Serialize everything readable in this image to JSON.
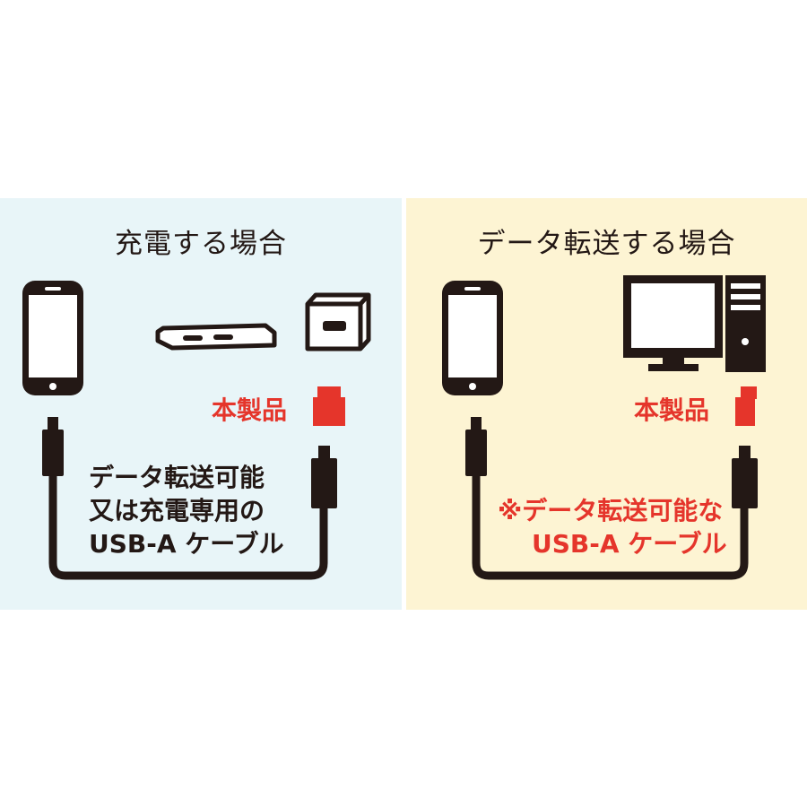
{
  "panels": {
    "charge": {
      "title": "充電する場合",
      "product_label": "本製品",
      "cable_label_lines": [
        "データ転送可能",
        "又は充電専用の",
        "USB-A ケーブル"
      ]
    },
    "data": {
      "title": "データ転送する場合",
      "product_label": "本製品",
      "cable_label_lines": [
        "※データ転送可能な",
        "USB-A ケーブル"
      ]
    }
  },
  "icons": {
    "charge": [
      "smartphone-icon",
      "usb-hub-icon",
      "usb-charger-icon",
      "adapter-icon",
      "usb-cable-icon"
    ],
    "data": [
      "smartphone-icon",
      "monitor-icon",
      "pc-tower-icon",
      "adapter-icon",
      "usb-cable-icon"
    ]
  },
  "colors": {
    "accent_red": "#e5352b",
    "charge_bg": "#e8f5f8",
    "data_bg": "#fdf4d3",
    "ink": "#231815"
  }
}
